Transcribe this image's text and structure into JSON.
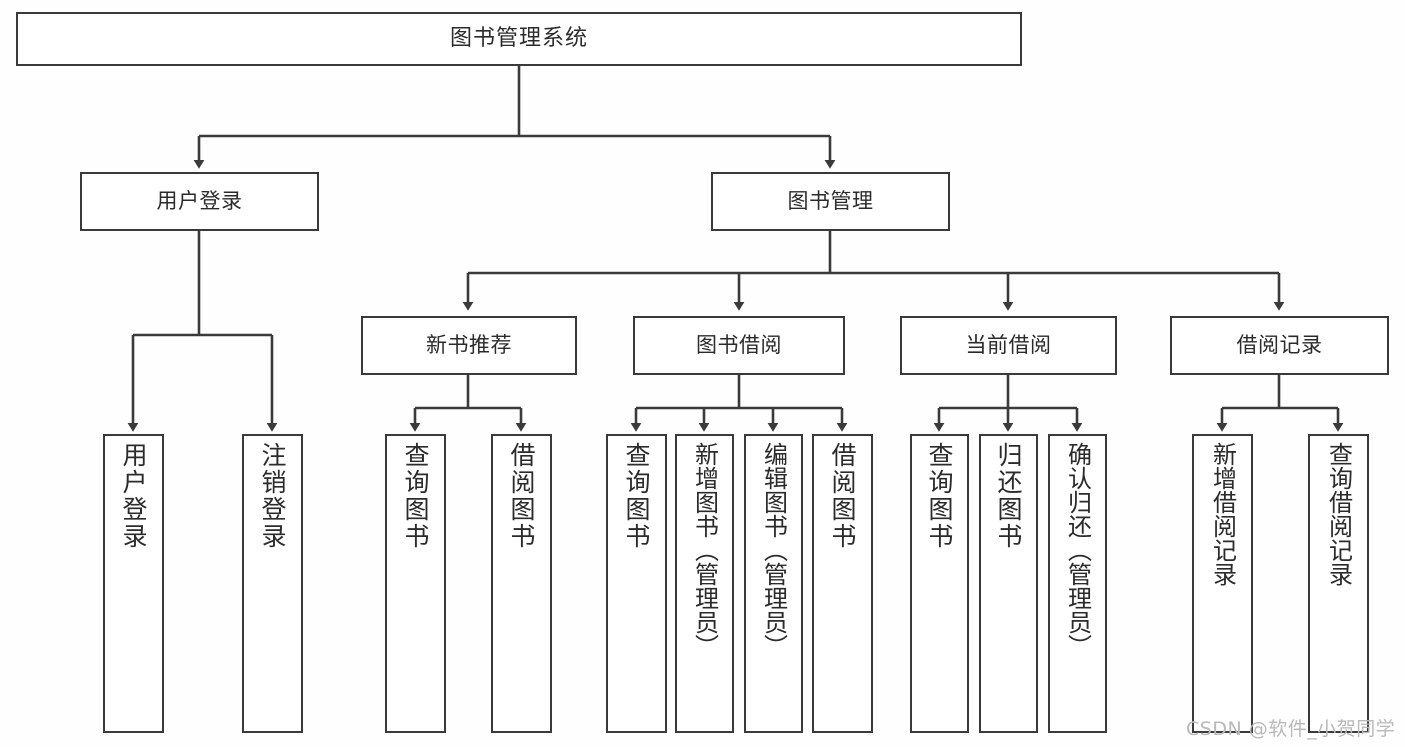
{
  "diagram": {
    "title": "图书管理系统",
    "type": "hierarchy-tree",
    "stroke_color": "#3a3a3a",
    "background_color": "#fefefe",
    "node_fill": "#ffffff",
    "text_color": "#2b2b2b"
  },
  "nodes": {
    "root": {
      "label": "图书管理系统"
    },
    "level1": [
      {
        "label": "用户登录"
      },
      {
        "label": "图书管理"
      }
    ],
    "level2": [
      {
        "label": "新书推荐"
      },
      {
        "label": "图书借阅"
      },
      {
        "label": "当前借阅"
      },
      {
        "label": "借阅记录"
      }
    ],
    "leaves": {
      "user_login": [
        {
          "label": "用户登录"
        },
        {
          "label": "注销登录"
        }
      ],
      "new_book_recommend": [
        {
          "label": "查询图书"
        },
        {
          "label": "借阅图书"
        }
      ],
      "book_borrow": [
        {
          "label": "查询图书"
        },
        {
          "label": "新增图书（管理员）"
        },
        {
          "label": "编辑图书（管理员）"
        },
        {
          "label": "借阅图书"
        }
      ],
      "current_borrow": [
        {
          "label": "查询图书"
        },
        {
          "label": "归还图书"
        },
        {
          "label": "确认归还（管理员）"
        }
      ],
      "borrow_record": [
        {
          "label": "新增借阅记录"
        },
        {
          "label": "查询借阅记录"
        }
      ]
    }
  },
  "watermark": {
    "text": "CSDN @软件_小贺同学"
  }
}
